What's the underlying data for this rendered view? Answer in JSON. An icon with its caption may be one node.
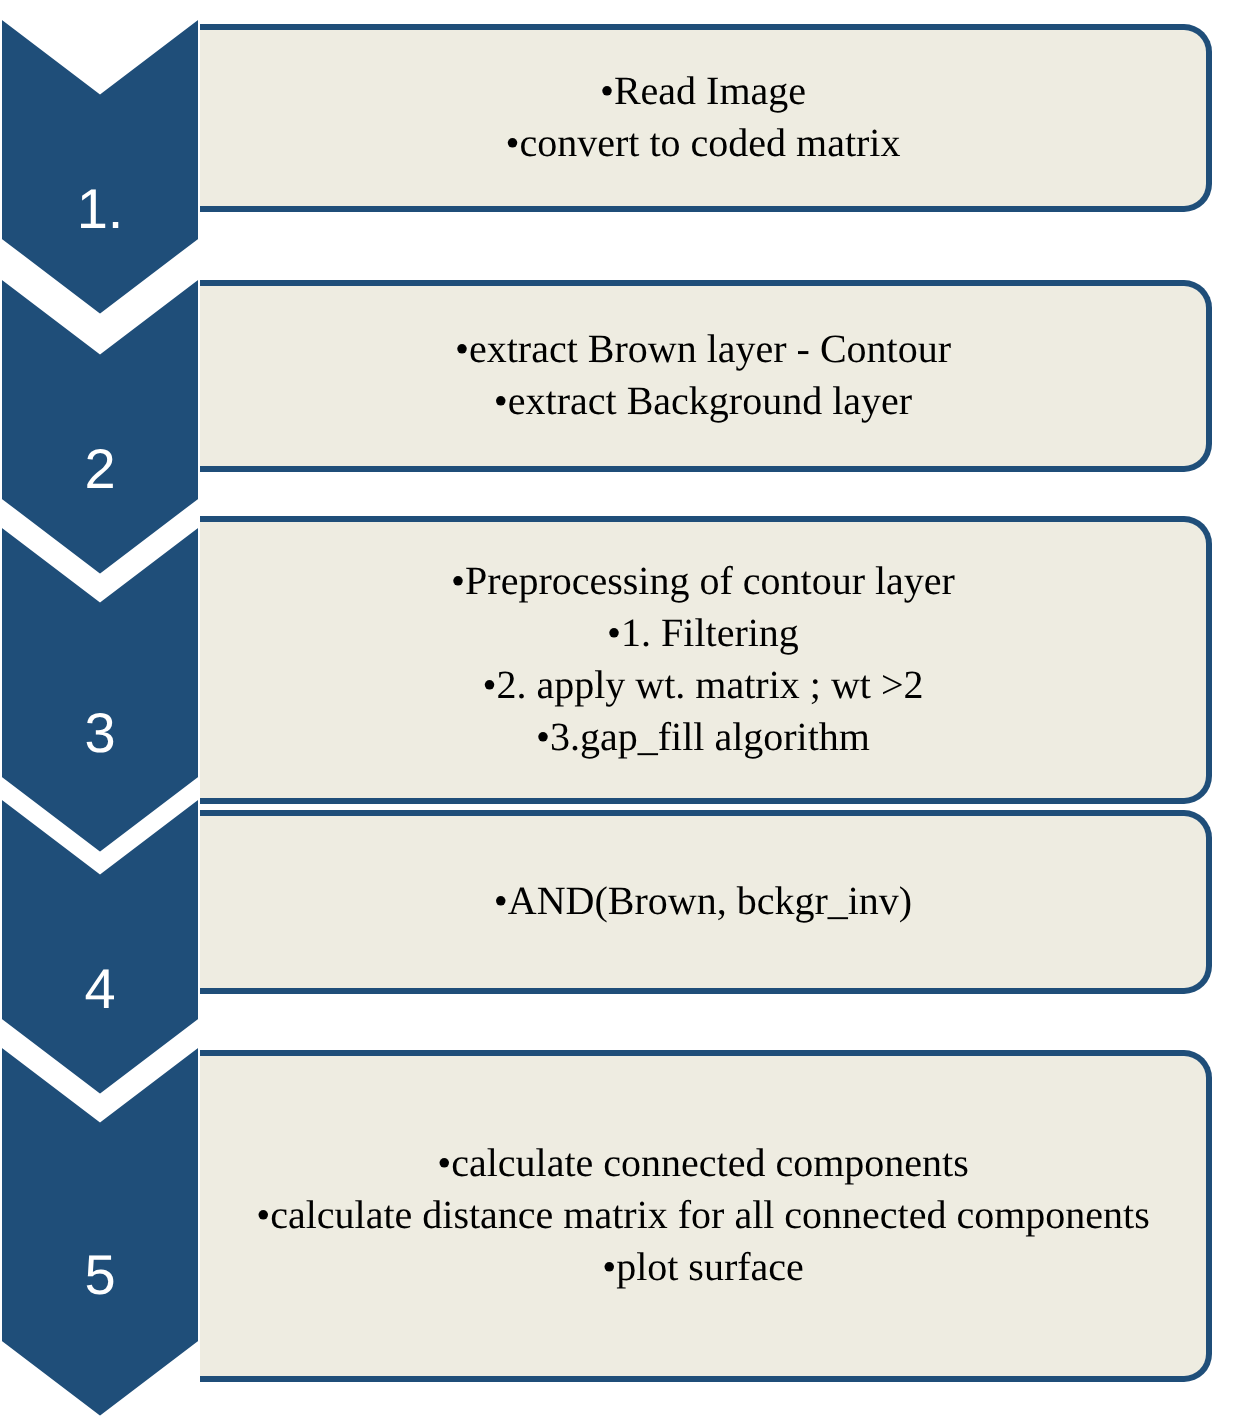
{
  "diagram": {
    "nodes": [
      {
        "text": [
          "1."
        ]
      },
      {
        "text": [
          "•Read Image",
          "•convert to coded matrix"
        ]
      },
      {
        "text": [
          "2"
        ]
      },
      {
        "text": [
          "•extract Brown layer - Contour",
          "•extract Background layer"
        ]
      },
      {
        "text": [
          "3"
        ]
      },
      {
        "text": [
          "•Preprocessing of contour layer",
          "•1. Filtering",
          "•2. apply wt. matrix ;  wt >2",
          "•3.gap_fill algorithm"
        ]
      },
      {
        "text": [
          "4"
        ]
      },
      {
        "text": [
          "•AND(Brown, bckgr_inv)"
        ]
      },
      {
        "text": [
          "5"
        ]
      },
      {
        "text": [
          "•calculate connected components",
          "•calculate distance matrix for all connected components",
          "•plot surface"
        ]
      }
    ]
  }
}
